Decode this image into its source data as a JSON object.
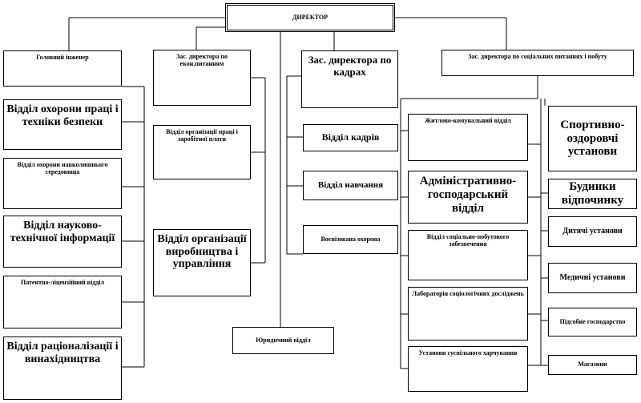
{
  "director": "ДИРЕКТОР",
  "chief_engineer": {
    "title": "Головний інженер",
    "units": [
      "Відділ охорони праці і техніки безпеки",
      "Відділ охорони навколишнього середовища",
      "Відділ науково-технічної інформації",
      "Патентно-ліцензійний відділ",
      "Відділ раціоналізації і винахідництва"
    ]
  },
  "deputy_economic": {
    "title": "Зас. директора по екон.питанням",
    "units": [
      "Відділ організації праці і заробітної плати",
      "Відділ організації виробництва і управління"
    ]
  },
  "deputy_personnel": {
    "title": "Зас. директора по кадрах",
    "units": [
      "Відділ кадрів",
      "Відділ навчання",
      "Воєнізована охорона"
    ]
  },
  "legal_department": "Юридичний відділ",
  "deputy_social": {
    "title": "Зас. директора по соціальних питаннях і побуту",
    "units": [
      "Житлово-комунальний відділ",
      "Адміністративно-господарський відділ",
      "Відділ соціально-побутового забезпечення",
      "Лабораторія соціологічних досліджень",
      "Установи суспільного харчування"
    ],
    "institutions": [
      "Спортивно-оздоровчі установи",
      "Будинки відпочинку",
      "Дитячі установи",
      "Медичні установи",
      "Підсобне господарство",
      "Магазини"
    ]
  }
}
